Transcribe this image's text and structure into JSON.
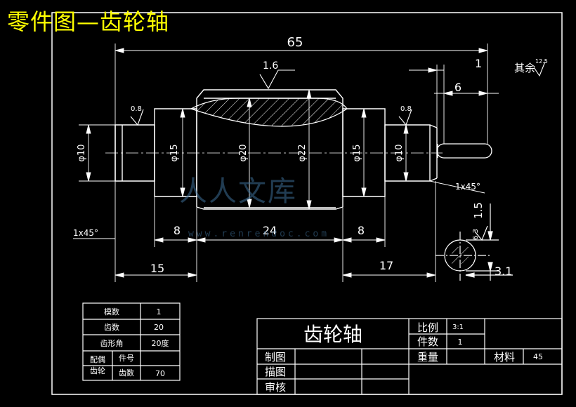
{
  "title": "零件图—齿轮轴",
  "watermark": {
    "text": "人人文库",
    "url": "www.renrendoc.com"
  },
  "dims": {
    "overall_length": "65",
    "dim_15_left": "15",
    "dim_8_left": "8",
    "dim_24": "24",
    "dim_8_right": "8",
    "dim_17": "17",
    "dia10_left": "φ10",
    "dia15_left": "φ15",
    "dia20": "φ20",
    "dia22": "φ22",
    "dia15_right": "φ15",
    "dia10_right": "φ10",
    "chamfer_left": "1x45°",
    "chamfer_right": "1x45°",
    "key_1": "1",
    "key_6": "6",
    "sec_15": "1.5",
    "sec_31": "3.1",
    "sec_63": "6.3"
  },
  "roughness": {
    "top": "1.6",
    "left": "0.8",
    "right": "0.8",
    "rest_label": "其余",
    "rest_value": "12.5"
  },
  "gear_table": {
    "rows": [
      {
        "label": "模数",
        "value": "1"
      },
      {
        "label": "齿数",
        "value": "20"
      },
      {
        "label": "齿形角",
        "value": "20度"
      }
    ],
    "mate_label_a": "配偶",
    "mate_label_b": "齿轮",
    "part_no_label": "件号",
    "teeth_label": "齿数",
    "teeth_value": "70"
  },
  "title_block": {
    "part_name": "齿轮轴",
    "scale_label": "比例",
    "scale_value": "3:1",
    "qty_label": "件数",
    "qty_value": "1",
    "weight_label": "重量",
    "material_label": "材料",
    "material_value": "45",
    "drawn_label": "制图",
    "traced_label": "描图",
    "checked_label": "审核"
  }
}
